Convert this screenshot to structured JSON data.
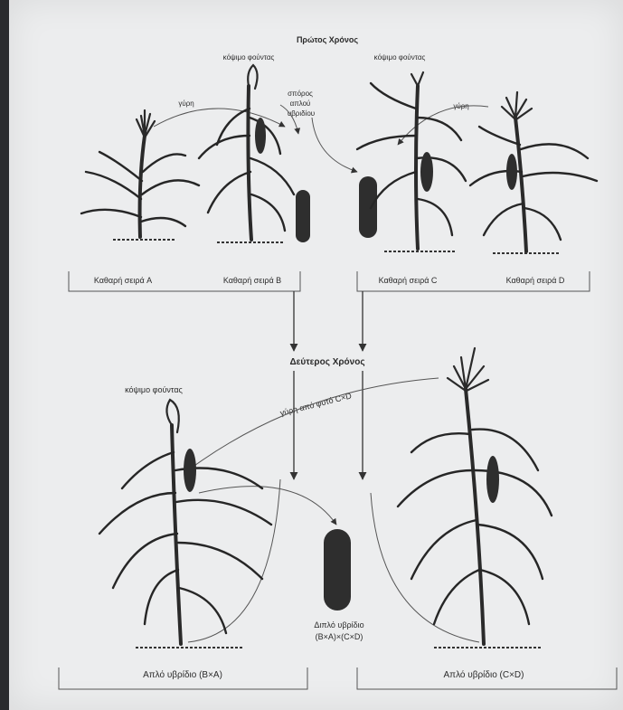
{
  "year1": {
    "title": "Πρώτος Χρόνος",
    "tassel_cut_b": "κόψιμο φούντας",
    "tassel_cut_c": "κόψιμο φούντας",
    "pollen_a": "γύρη",
    "pollen_d": "γύρη",
    "seed_note_line1": "σπόρος",
    "seed_note_line2": "απλού",
    "seed_note_line3": "υβριδίου",
    "line_a": "Καθαρή σειρά A",
    "line_b": "Καθαρή σειρά B",
    "line_c": "Καθαρή σειρά C",
    "line_d": "Καθαρή σειρά D"
  },
  "year2": {
    "title": "Δεύτερος Χρόνος",
    "tassel_cut": "κόψιμο φούντας",
    "pollen_from_cd": "γύρη από φυτό C×D",
    "double_hybrid_line1": "Διπλό υβρίδιο",
    "double_hybrid_line2": "(B×A)×(C×D)",
    "single_hybrid_ba": "Απλό υβρίδιο (B×A)",
    "single_hybrid_cd": "Απλό υβρίδιο (C×D)"
  },
  "colors": {
    "paper": "#ecedee",
    "ink": "#2b2b2b",
    "surround": "#2a2b2e"
  }
}
